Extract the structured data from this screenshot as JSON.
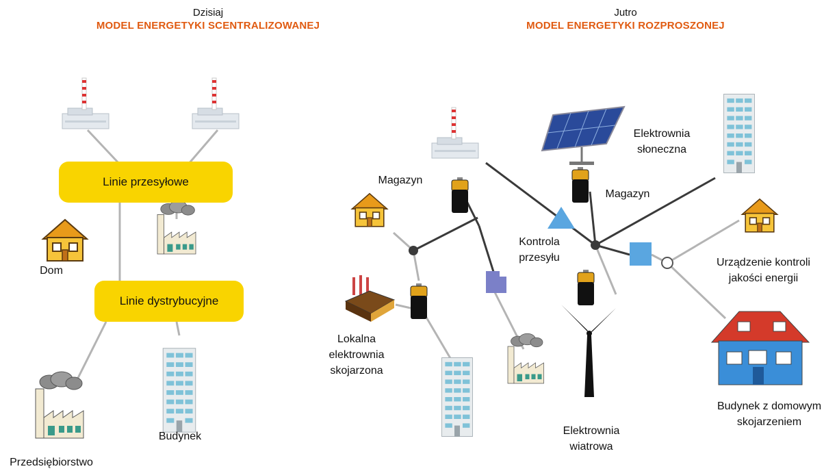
{
  "left": {
    "caption": "Dzisiaj",
    "title": "MODEL ENERGETYKI SCENTRALIZOWANEJ",
    "transmission_lines": "Linie przesyłowe",
    "distribution_lines": "Linie dystrybucyjne",
    "house": "Dom",
    "building": "Budynek",
    "enterprise": "Przedsiębiorstwo"
  },
  "right": {
    "caption": "Jutro",
    "title": "MODEL ENERGETYKI ROZPROSZONEJ",
    "storage_left": "Magazyn",
    "storage_right": "Magazyn",
    "solar_plant": "Elektrownia\nsłoneczna",
    "transmission_control": "Kontrola\nprzesyłu",
    "power_quality_device": "Urządzenie kontroli\njakości energii",
    "local_chp": "Lokalna\nelektrownia\nskojarzona",
    "wind_plant": "Elektrownia\nwiatrowa",
    "home_chp_building": "Budynek z domowym\nskojarzeniem"
  },
  "colors": {
    "title_orange": "#e05a10",
    "pill_yellow": "#f9d400",
    "node_blue": "#5aa6e0",
    "line_gray": "#b4b4b4",
    "line_dark": "#3a3a3a"
  },
  "icons": [
    "power-plant-icon",
    "house-icon",
    "factory-icon",
    "office-building-icon",
    "battery-icon",
    "solar-panel-icon",
    "wind-turbine-icon",
    "chp-plant-icon",
    "control-node-icon",
    "quality-device-icon",
    "blue-house-icon"
  ]
}
